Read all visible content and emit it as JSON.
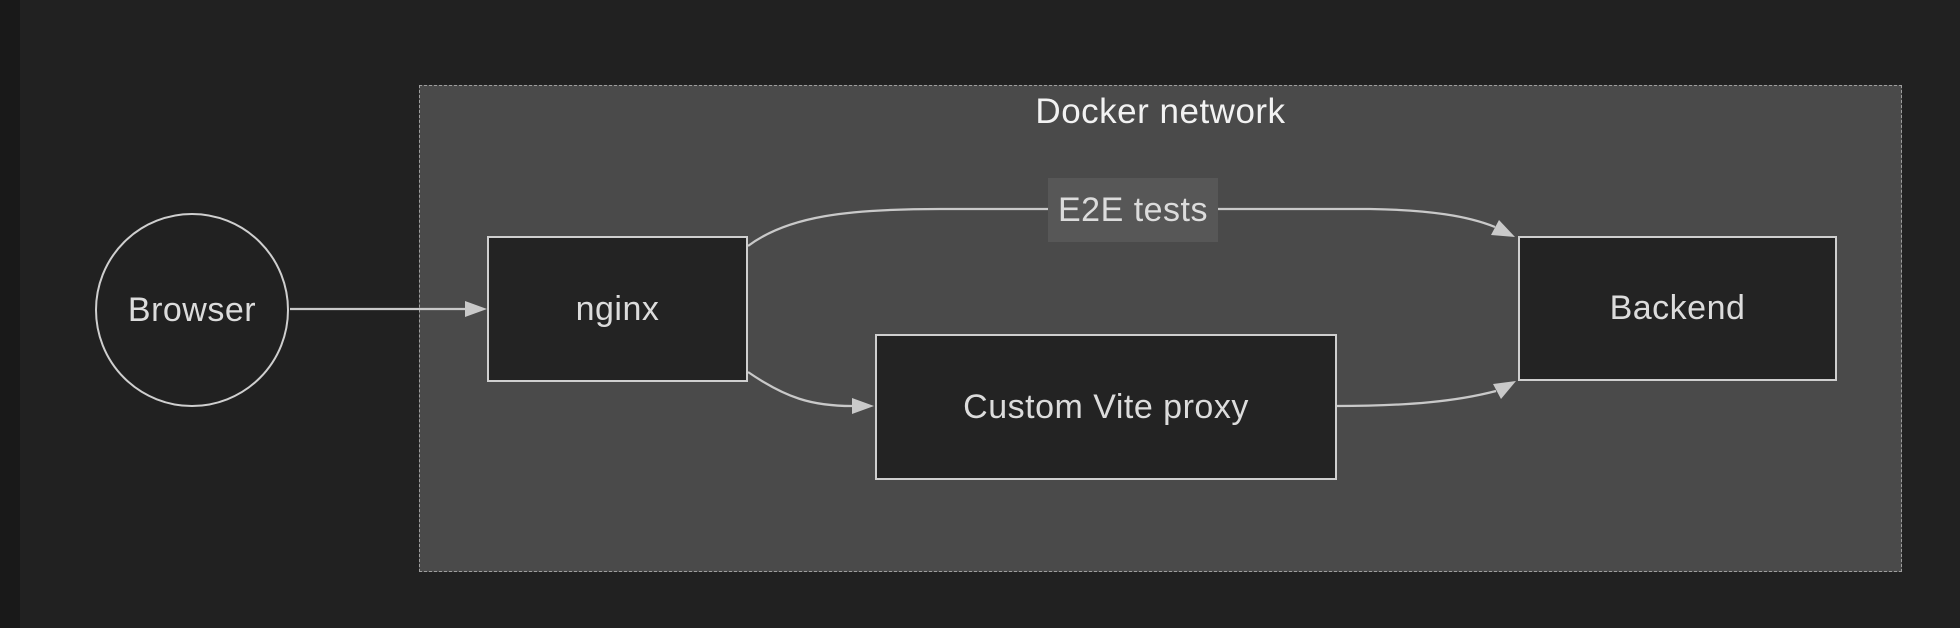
{
  "diagram": {
    "group": {
      "title": "Docker network"
    },
    "nodes": {
      "browser": {
        "label": "Browser",
        "shape": "circle"
      },
      "nginx": {
        "label": "nginx",
        "shape": "rectangle"
      },
      "vite_proxy": {
        "label": "Custom Vite proxy",
        "shape": "rectangle"
      },
      "backend": {
        "label": "Backend",
        "shape": "rectangle"
      }
    },
    "edges": {
      "browser_to_nginx": {
        "from": "Browser",
        "to": "nginx",
        "label": ""
      },
      "e2e": {
        "from": "nginx",
        "to": "Backend",
        "label": "E2E tests"
      },
      "nginx_to_proxy": {
        "from": "nginx",
        "to": "Custom Vite proxy",
        "label": ""
      },
      "proxy_to_backend": {
        "from": "Custom Vite proxy",
        "to": "Backend",
        "label": ""
      }
    },
    "colors": {
      "page_background": "#212121",
      "group_fill": "#4a4a4a",
      "group_border": "#9e9e9e",
      "node_fill": "#232323",
      "node_border": "#cfcfcf",
      "edge_stroke": "#c9c9c9",
      "edge_label_background": "#575757",
      "node_text": "#dcdcdc",
      "title_text": "#f2f2f2"
    }
  }
}
